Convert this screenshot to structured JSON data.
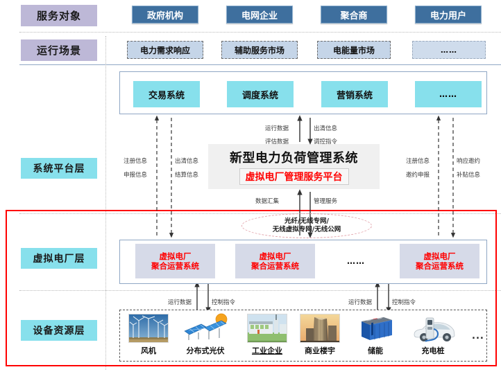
{
  "rows": {
    "service_target": "服务对象",
    "operation_scenario": "运行场景",
    "system_platform": "系统平台层",
    "vpp_layer": "虚拟电厂层",
    "device_layer": "设备资源层"
  },
  "service_targets": [
    {
      "label": "政府机构"
    },
    {
      "label": "电网企业"
    },
    {
      "label": "聚合商"
    },
    {
      "label": "电力用户"
    }
  ],
  "scenarios": [
    {
      "label": "电力需求响应"
    },
    {
      "label": "辅助服务市场"
    },
    {
      "label": "电能量市场"
    },
    {
      "label": "……"
    }
  ],
  "systems": [
    {
      "label": "交易系统"
    },
    {
      "label": "调度系统"
    },
    {
      "label": "营销系统"
    },
    {
      "label": "……"
    }
  ],
  "platform": {
    "title": "新型电力负荷管理系统",
    "subtitle": "虚拟电厂管理服务平台"
  },
  "vpp_boxes": [
    {
      "line1": "虚拟电厂",
      "line2": "聚合运营系统"
    },
    {
      "line1": "虚拟电厂",
      "line2": "聚合运营系统"
    },
    {
      "line1": "虚拟电厂",
      "line2": "聚合运营系统"
    }
  ],
  "vpp_ellipsis": "……",
  "network": {
    "line1": "光纤/无线专网/",
    "line2": "无线虚拟专网/无线公网"
  },
  "devices": [
    {
      "label": "风机",
      "icon": "wind-turbine-icon",
      "underline": false
    },
    {
      "label": "分布式光伏",
      "icon": "solar-panel-icon",
      "underline": false
    },
    {
      "label": "工业企业",
      "icon": "industrial-plant-icon",
      "underline": true
    },
    {
      "label": "商业楼宇",
      "icon": "commercial-building-icon",
      "underline": false
    },
    {
      "label": "储能",
      "icon": "battery-storage-icon",
      "underline": false
    },
    {
      "label": "充电桩",
      "icon": "ev-charger-icon",
      "underline": false
    }
  ],
  "device_ellipsis": "...",
  "flow_labels": {
    "left_up_1": "注册信息",
    "left_up_2": "申报信息",
    "left_down_1": "出清信息",
    "left_down_2": "结算信息",
    "center_up_1": "运行数据",
    "center_up_2": "评估数据",
    "center_down_1": "出清信息",
    "center_down_2": "调控指令",
    "right_up_1": "注册信息",
    "right_up_2": "邀约申报",
    "right_down_1": "响应邀约",
    "right_down_2": "补贴信息",
    "platform_up": "数据汇集",
    "platform_down": "管理服务",
    "device_up_left": "运行数据",
    "device_down_left": "控制指令",
    "device_up_right": "运行数据",
    "device_down_right": "控制指令"
  },
  "colors": {
    "dark_blue": "#3e6f9e",
    "label_purple": "#bdb8d7",
    "label_cyan": "#87e0ec",
    "vpp_red": "#ff0000",
    "scenario_blue": "#c5d5e8",
    "vpp_box": "#d6dae8",
    "highlight": "#ff0000"
  }
}
